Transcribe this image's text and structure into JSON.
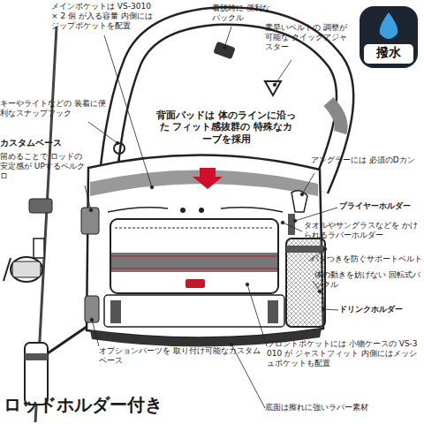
{
  "diagram": {
    "nodes": [
      {
        "text": [
          "撥水"
        ]
      }
    ],
    "labels": [
      "メインポケットは VS-3010 × 2 個 が入る容量 内側にはジップポケットを配置",
      "着脱時に 便利なバックル",
      "素早いベルトの 調整が可能な クイックアジャスター",
      "キーやライトなどの 装着に便利なスナップフック",
      "カスタムベース",
      "留めることで ロッドの安定感が UPするベルクロ",
      "背面パッドは 体のラインに沿った フィット感抜群の 特殊なカーブを採用",
      "アングラーには 必須のDカン",
      "プライヤーホルダー",
      "タオルやサングラスなどを かけられるラバーホルダー",
      "バタつきを防ぐサポートベルト",
      "体の動きを妨げない 回転式バックル",
      "ドリンクホルダー",
      "フロントポケットには 小物ケースの VS-3010 が ジャストフィット 内側にはメッシュポケットも配置",
      "オプションパーツを 取り付け可能なカスタムベース",
      "ロッドホルダー付き",
      "底面は擦れに強いラバー素材"
    ]
  }
}
